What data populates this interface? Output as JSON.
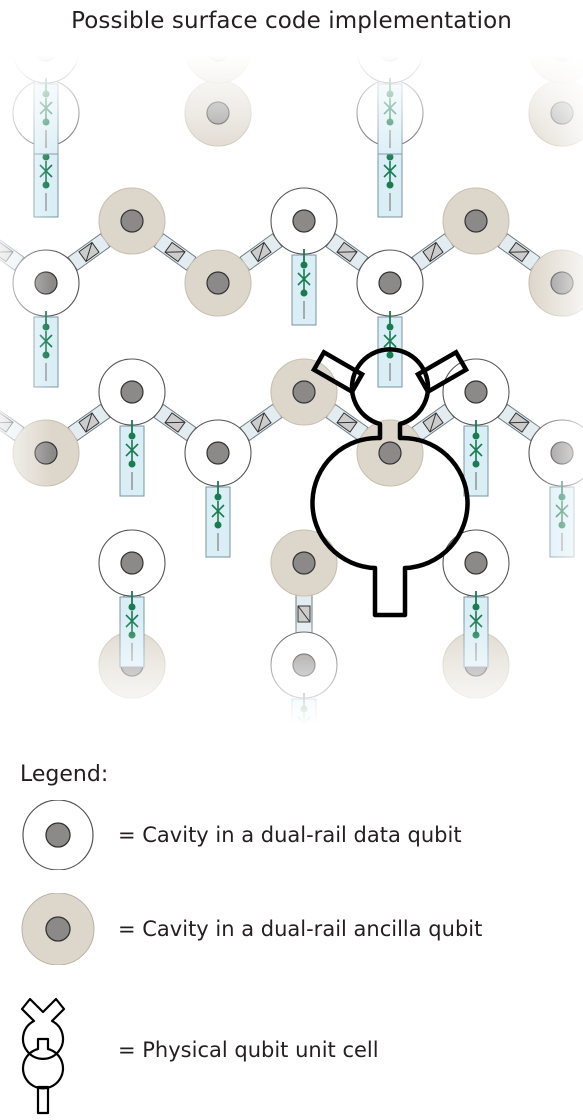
{
  "title": "Possible surface code implementation",
  "legend": {
    "heading": "Legend:",
    "items": [
      {
        "icon": "data-cavity-icon",
        "label": "= Cavity in a dual-rail data qubit"
      },
      {
        "icon": "ancilla-cavity-icon",
        "label": "= Cavity in a dual-rail ancilla qubit"
      },
      {
        "icon": "unit-cell-icon",
        "label": "= Physical qubit unit cell"
      }
    ]
  },
  "colors": {
    "ancilla_fill": "#ddd6cb",
    "data_fill": "#ffffff",
    "inner_cavity": "#8c8a89",
    "transmon_green": "#1a7a50",
    "coupler_purple": "#8a5aa8",
    "readout_box": "#daeef6",
    "outline": "#000000"
  }
}
